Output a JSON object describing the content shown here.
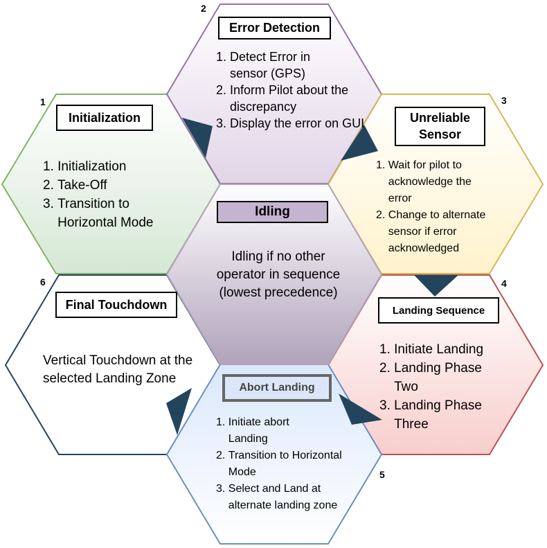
{
  "hexagons": [
    {
      "number": "1",
      "title": "Initialization",
      "items": [
        "Initialization",
        "Take-Off",
        "Transition to Horizontal Mode"
      ],
      "fill_top": "#ffffff",
      "fill_bottom": "#d5e8d4",
      "stroke": "#82b366"
    },
    {
      "number": "2",
      "title": "Error Detection",
      "items": [
        "Detect Error in sensor (GPS)",
        "Inform Pilot about the discrepancy",
        "Display the error on GUI"
      ],
      "fill_top": "#ffffff",
      "fill_bottom": "#e1d5e7",
      "stroke": "#9673a6"
    },
    {
      "number": "3",
      "title": "Unreliable Sensor",
      "items": [
        "Wait for pilot to acknowledge the error",
        "Change to alternate sensor if error acknowledged"
      ],
      "fill_top": "#ffffff",
      "fill_bottom": "#fff2cc",
      "stroke": "#d6b656"
    },
    {
      "number": "4",
      "title": "Landing Sequence",
      "items": [
        "Initiate Landing",
        "Landing Phase Two",
        "Landing Phase Three"
      ],
      "fill_top": "#ffffff",
      "fill_bottom": "#f8cecc",
      "stroke": "#b85450"
    },
    {
      "number": "5",
      "title": "Abort Landing",
      "items": [
        "Initiate abort Landing",
        "Transition to Horizontal Mode",
        "Select and Land at alternate landing zone"
      ],
      "fill_top": "#dae8fc",
      "fill_bottom": "#ffffff",
      "stroke": "#6c8ebf"
    },
    {
      "number": "6",
      "title": "Final Touchdown",
      "text": "Vertical Touchdown at the selected Landing Zone",
      "fill_top": "#ffffff",
      "fill_bottom": "#ffffff",
      "stroke": "#23445d"
    },
    {
      "title": "Idling",
      "text": "Idling if no other operator in sequence (lowest precedence)",
      "fill_top": "#ffffff",
      "fill_bottom": "#b0a3bb",
      "stroke": "#b0a3bb"
    }
  ],
  "colors": {
    "arrow": "#23445d",
    "idling_title_fill": "#c3b4d0",
    "abort_title_fill": "#dbe7f9",
    "abort_title_border": "#666666"
  }
}
